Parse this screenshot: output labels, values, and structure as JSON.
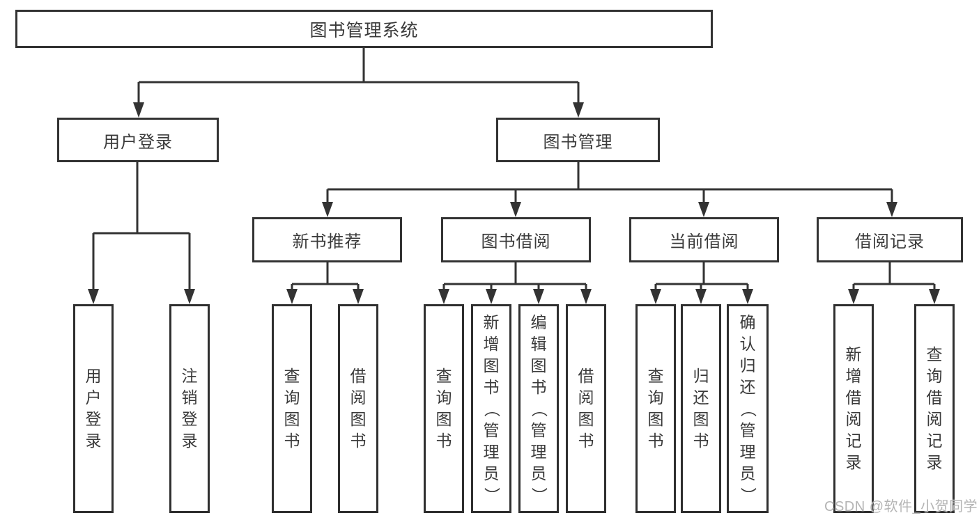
{
  "tree": {
    "root": {
      "label": "图书管理系统"
    },
    "level2": [
      {
        "label": "用户登录"
      },
      {
        "label": "图书管理"
      }
    ],
    "level3": [
      {
        "label": "新书推荐"
      },
      {
        "label": "图书借阅"
      },
      {
        "label": "当前借阅"
      },
      {
        "label": "借阅记录"
      }
    ],
    "leaves": {
      "user_login": [
        "用户登录",
        "注销登录"
      ],
      "new_book_recommend": [
        "查询图书",
        "借阅图书"
      ],
      "book_borrow": [
        "查询图书",
        "新增图书（管理员）",
        "编辑图书（管理员）",
        "借阅图书"
      ],
      "current_borrow": [
        "查询图书",
        "归还图书",
        "确认归还（管理员）"
      ],
      "borrow_records": [
        "新增借阅记录",
        "查询借阅记录"
      ]
    }
  },
  "watermark": "CSDN @软件_小贺同学",
  "colors": {
    "line": "#333333",
    "text": "#3a3a3a",
    "watermark": "#b4b4b4",
    "background": "#ffffff"
  }
}
